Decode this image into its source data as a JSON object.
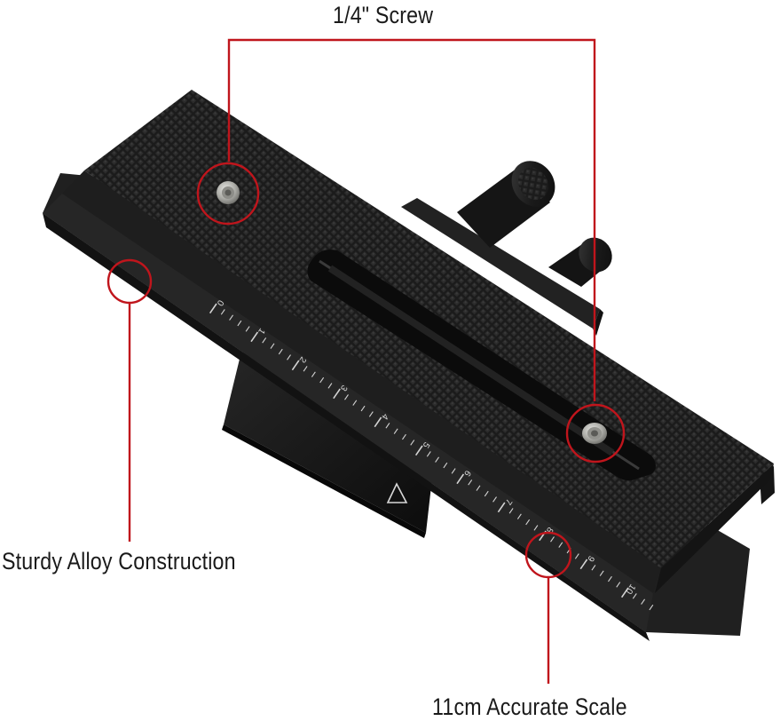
{
  "callouts": {
    "screw": "1/4\" Screw",
    "alloy": "Sturdy Alloy Construction",
    "scale": "11cm Accurate Scale"
  },
  "scale_numbers": [
    "0",
    "1",
    "2",
    "3",
    "4",
    "5",
    "6",
    "7",
    "8",
    "9",
    "10"
  ],
  "colors": {
    "callout_line": "#c0151c",
    "plate": "#1c1c1c",
    "plate_edge": "#2e2e2e",
    "knob": "#1a1a1a",
    "screw_metal": "#b8b8b4",
    "background": "#ffffff"
  }
}
